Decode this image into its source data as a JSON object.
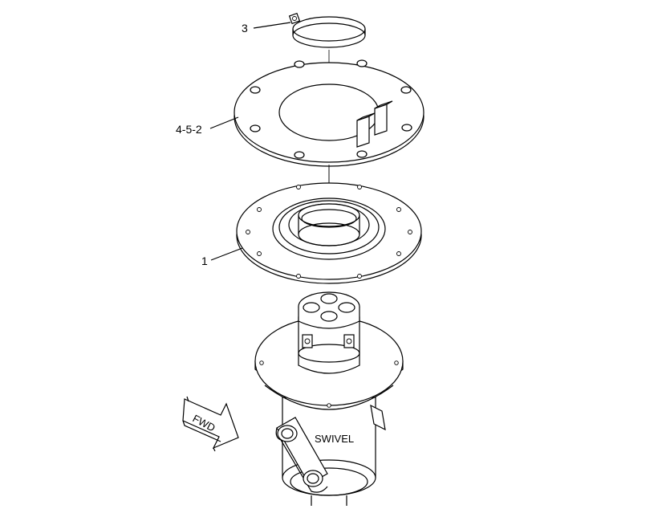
{
  "callouts": {
    "item_3": "3",
    "item_4_5_2": "4-5-2",
    "item_1": "1"
  },
  "swivel_label": "SWIVEL",
  "direction_label": "FWD"
}
